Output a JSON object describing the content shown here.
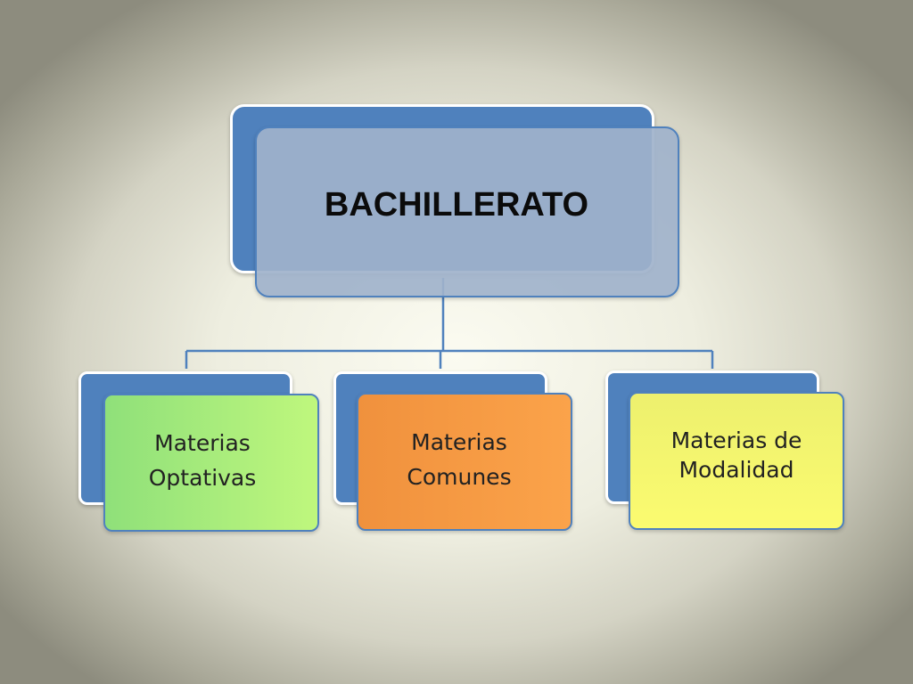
{
  "diagram": {
    "root": {
      "label": "BACHILLERATO"
    },
    "children": [
      {
        "label": "Materias\nOptativas"
      },
      {
        "label": "Materias\nComunes"
      },
      {
        "label": "Materias de\nModalidad"
      }
    ]
  },
  "colors": {
    "box_back": "#4f81bd",
    "root_front": "#a0b2cb",
    "optativas": "#a8ee7c",
    "comunes": "#f59a44",
    "modalidad": "#f2f46f",
    "connector": "#4f81bd"
  }
}
